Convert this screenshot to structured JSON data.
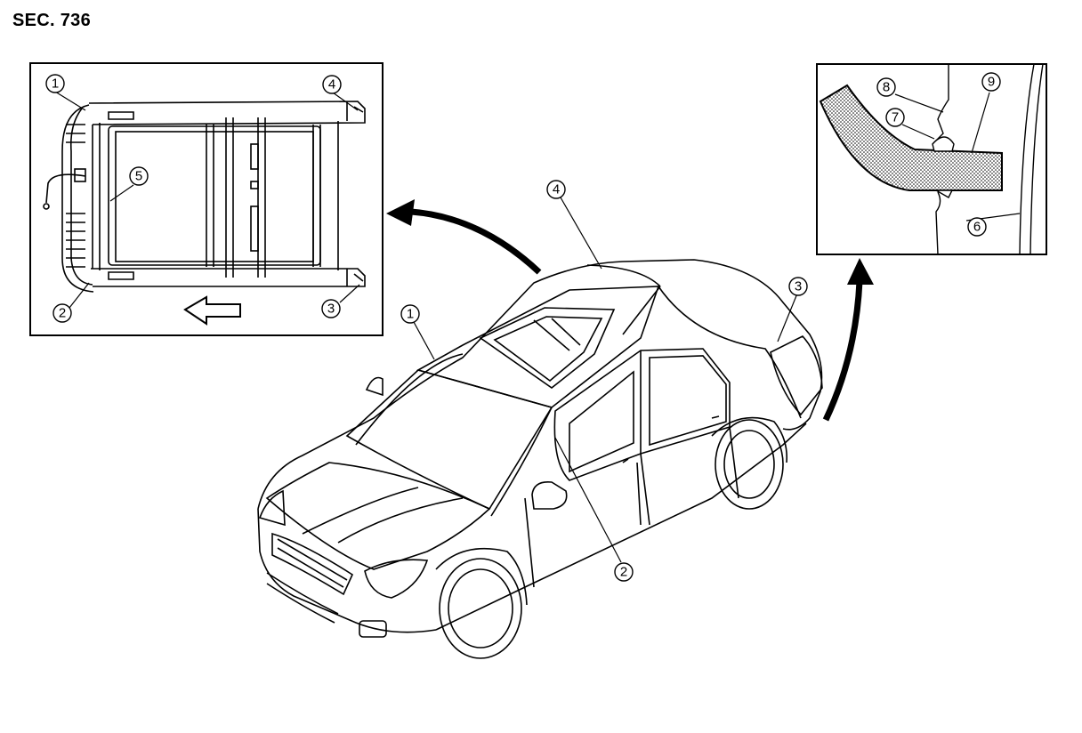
{
  "section_label": "SEC. 736",
  "callouts": {
    "inset_left": [
      "1",
      "2",
      "3",
      "4",
      "5"
    ],
    "inset_right": [
      "6",
      "7",
      "8",
      "9"
    ],
    "car": [
      "1",
      "2",
      "3",
      "4"
    ]
  }
}
